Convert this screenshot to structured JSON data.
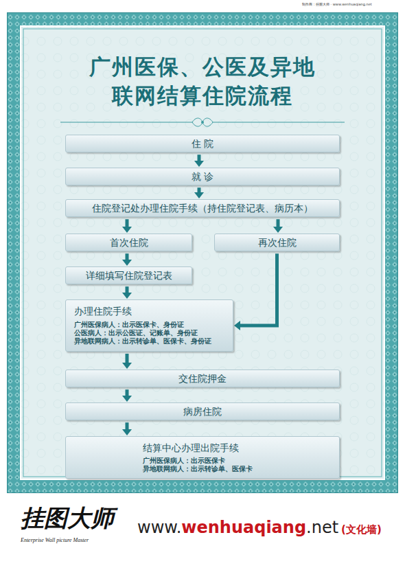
{
  "diagram": {
    "title": "广州医保、公医及异地 联网结算住院流程",
    "nodes": [
      {
        "text": [
          "住 院"
        ]
      },
      {
        "text": [
          "就 诊"
        ]
      },
      {
        "text": [
          "住院登记处办理住院手续（持住院登记表、病历本）"
        ]
      },
      {
        "text": [
          "首次住院"
        ]
      },
      {
        "text": [
          "再次住院"
        ]
      },
      {
        "text": [
          "详细填写住院登记表"
        ]
      },
      {
        "text": [
          "办理住院手续",
          "广州医保病人：出示医保卡、身份证",
          "公医病人：出示公医证、记账单、身份证",
          "异地联网病人：出示转诊单、医保卡、身份证"
        ]
      },
      {
        "text": [
          "交住院押金"
        ]
      },
      {
        "text": [
          "病房住院"
        ]
      },
      {
        "text": [
          "结算中心办理出院手续",
          "广州医保病人：出示医保卡",
          "异地联网病人：出示转诊单、医保卡"
        ]
      }
    ],
    "edges": [
      {
        "from": 0,
        "to": 1,
        "arrow": "to"
      },
      {
        "from": 1,
        "to": 2,
        "arrow": "to"
      },
      {
        "from": 2,
        "to": 3,
        "arrow": "to"
      },
      {
        "from": 2,
        "to": 4,
        "arrow": "to"
      },
      {
        "from": 3,
        "to": 5,
        "arrow": "to"
      },
      {
        "from": 5,
        "to": 6,
        "arrow": "to"
      },
      {
        "from": 4,
        "to": 6,
        "arrow": "to"
      },
      {
        "from": 6,
        "to": 7,
        "arrow": "to"
      },
      {
        "from": 7,
        "to": 8,
        "arrow": "to"
      },
      {
        "from": 8,
        "to": 9,
        "arrow": "to"
      }
    ],
    "labels": [
      "制作商：挂图大师 · www.wenhuaqiang.net",
      "挂图大师",
      "Enterprise Wall picture Master",
      "www.",
      "wenhuaqiang",
      ".net",
      "(文化墙)"
    ]
  }
}
